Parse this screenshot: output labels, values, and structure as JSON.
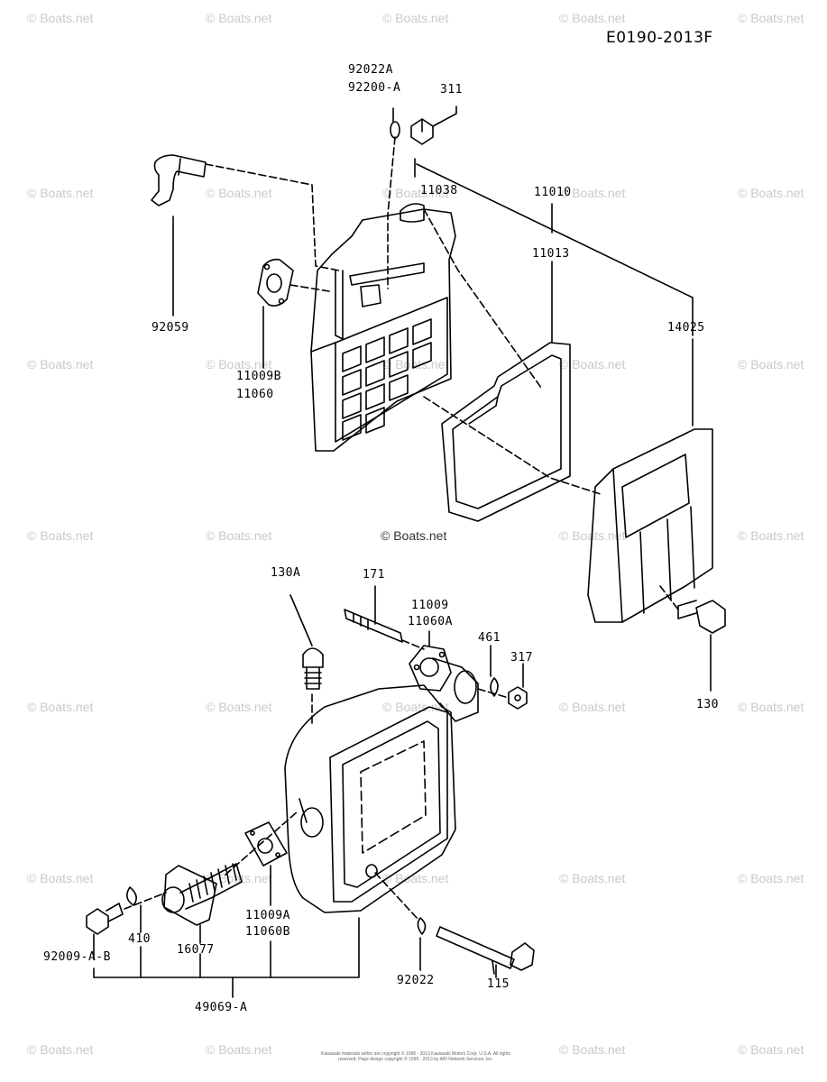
{
  "diagram_code": "E0190-2013F",
  "watermark": "© Boats.net",
  "center_watermark": "© Boats.net",
  "copyright": "Kawasaki materials within are copyright © 1995 - 2013 Kawasaki Motors Corp. U.S.A. All rights reserved. Page design copyright © 1995 - 2013 by ARI Network Services, Inc.",
  "parts": {
    "p92022A": "92022A",
    "p92200A": "92200-A",
    "p311": "311",
    "p11038": "11038",
    "p11010": "11010",
    "p11013": "11013",
    "p92059": "92059",
    "p14025": "14025",
    "p11009B": "11009B",
    "p11060": "11060",
    "p130A": "130A",
    "p171": "171",
    "p11009": "11009",
    "p11060A": "11060A",
    "p461": "461",
    "p317": "317",
    "p130": "130",
    "p11009A": "11009A",
    "p11060B": "11060B",
    "p410": "410",
    "p16077": "16077",
    "p92009": "92009-A-B",
    "p92022": "92022",
    "p115": "115",
    "p49069": "49069-A"
  }
}
